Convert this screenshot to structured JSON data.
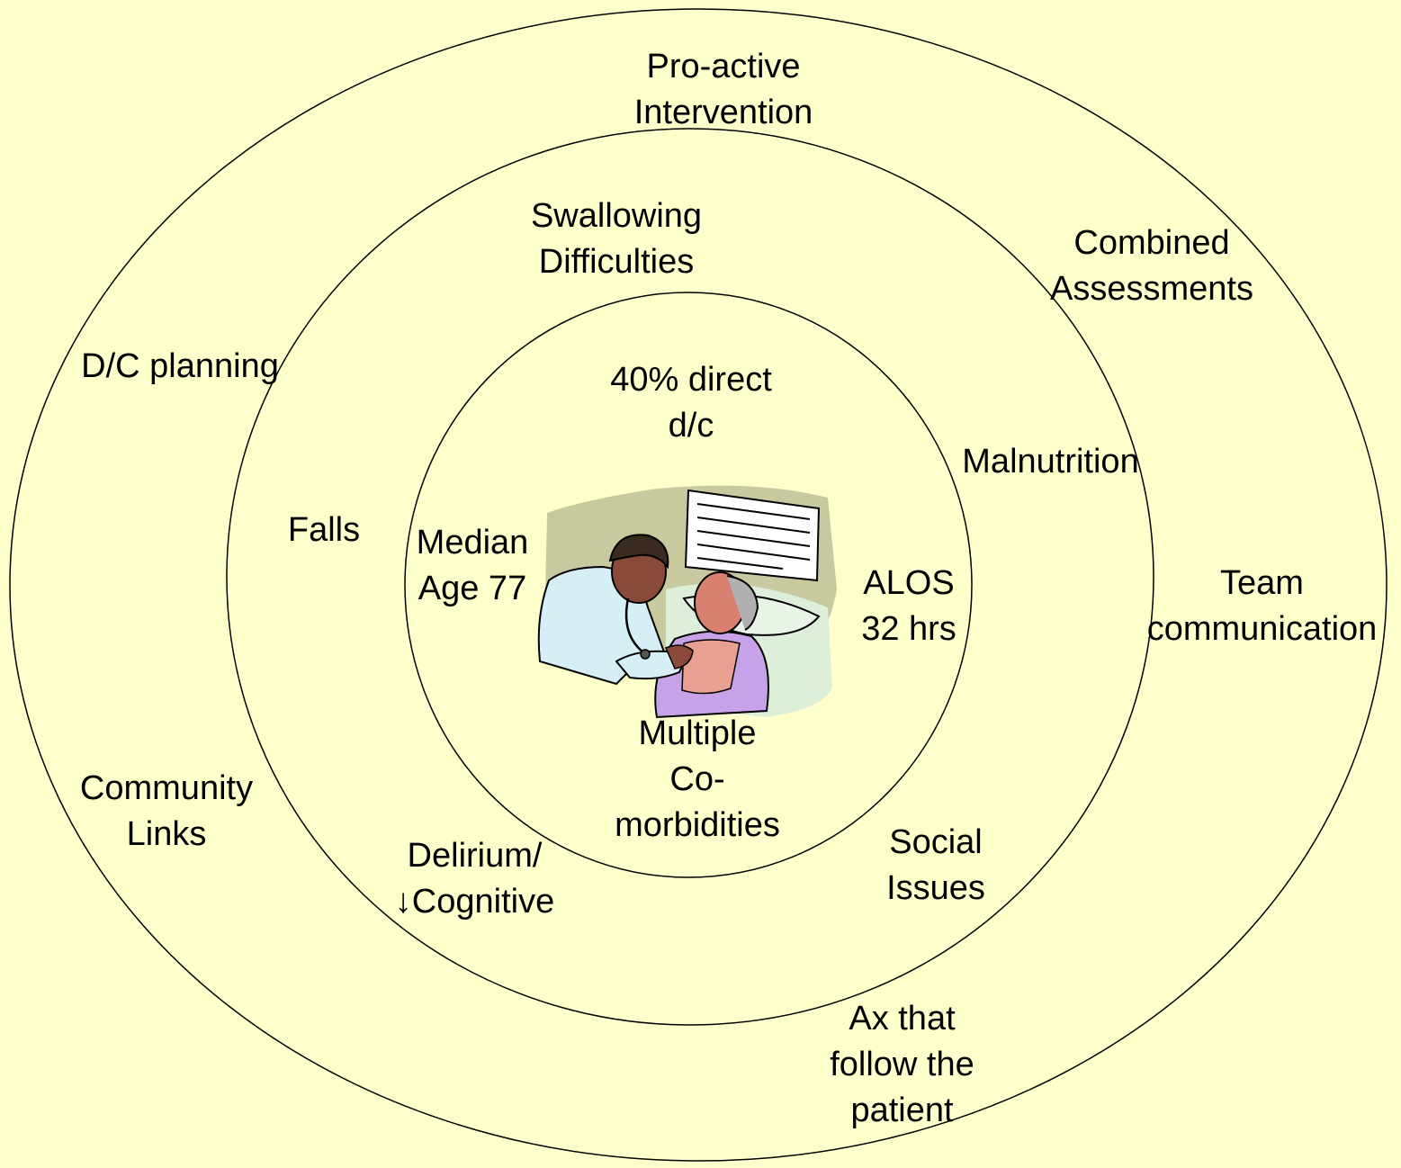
{
  "diagram": {
    "outer_ring": {
      "proactive_intervention": [
        "Pro-active",
        "Intervention"
      ],
      "combined_assessments": [
        "Combined",
        "Assessments"
      ],
      "team_communication": [
        "Team",
        "communication"
      ],
      "ax_follow_patient": [
        "Ax that",
        "follow the",
        "patient"
      ],
      "community_links": [
        "Community",
        "Links"
      ],
      "dc_planning": [
        "D/C planning"
      ]
    },
    "middle_ring": {
      "swallowing_difficulties": [
        "Swallowing",
        "Difficulties"
      ],
      "malnutrition": [
        "Malnutrition"
      ],
      "social_issues": [
        "Social",
        "Issues"
      ],
      "delirium_cognitive": [
        "Delirium/",
        "↓Cognitive"
      ],
      "falls": [
        "Falls"
      ]
    },
    "inner_ring": {
      "direct_dc": [
        "40% direct",
        "d/c"
      ],
      "median_age": [
        "Median",
        "Age 77"
      ],
      "alos": [
        "ALOS",
        "32 hrs"
      ],
      "comorbidities": [
        "Multiple",
        "Co-",
        "morbidities"
      ]
    },
    "colors": {
      "background": "#FFFFCC",
      "ring_stroke": "#000000"
    },
    "icons": {
      "center_image": "doctor-examining-patient-clipart"
    }
  }
}
